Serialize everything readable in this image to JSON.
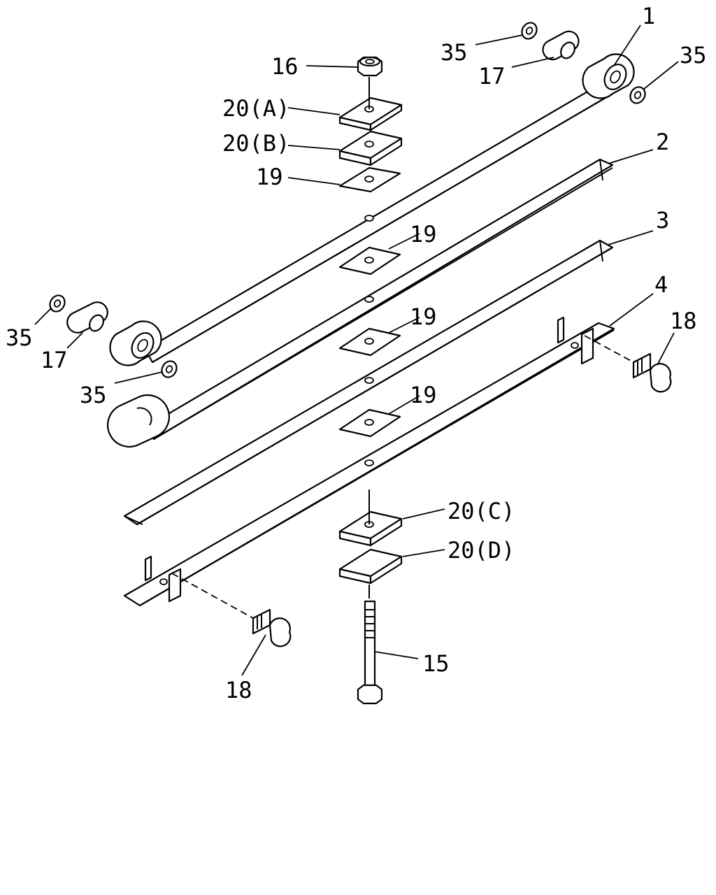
{
  "callouts": {
    "c1": "1",
    "c2": "2",
    "c3": "3",
    "c4": "4",
    "c15": "15",
    "c16": "16",
    "c17_top": "17",
    "c17_left": "17",
    "c18_right": "18",
    "c18_bottom": "18",
    "c19_a": "19",
    "c19_b": "19",
    "c19_c": "19",
    "c19_d": "19",
    "c20a": "20(A)",
    "c20b": "20(B)",
    "c20c": "20(C)",
    "c20d": "20(D)",
    "c35_top_left": "35",
    "c35_top_right": "35",
    "c35_left": "35",
    "c35_lower": "35"
  }
}
